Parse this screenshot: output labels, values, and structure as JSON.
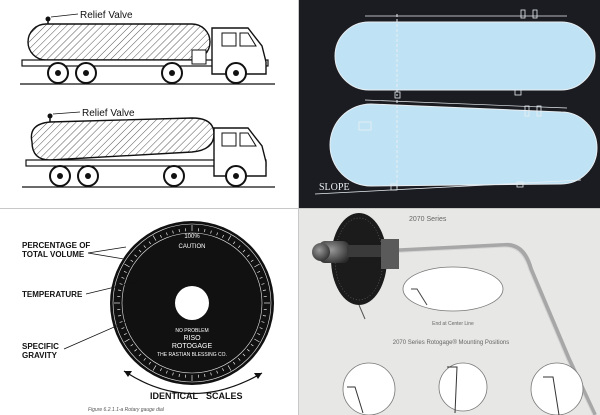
{
  "trucks": {
    "top_label": "Relief Valve",
    "bottom_label": "Relief Valve"
  },
  "tanks": {
    "slope_label": "SLOPE",
    "colors": {
      "background": "#1b1c21",
      "tank_fill": "#bfe3f5",
      "outline": "#e8eef2"
    }
  },
  "gauge": {
    "callouts": {
      "percentage": "PERCENTAGE OF",
      "total_volume": "TOTAL VOLUME",
      "temperature": "TEMPERATURE",
      "specific": "SPECIFIC",
      "gravity": "GRAVITY",
      "identical": "IDENTICAL",
      "scales": "SCALES"
    },
    "dial_text": {
      "brand_line_1": "RISO",
      "brand_line_2": "ROTOGAGE",
      "maker": "THE RASTIAN BLESSING CO.",
      "top_100": "100%",
      "caution": "CAUTION",
      "no_problem": "NO PROBLEM"
    },
    "caption": "Figure 6.2.1.1-a   Rotary gauge dial"
  },
  "rotogage": {
    "series_label": "2070 Series",
    "center_unit_label": "End at Center Line",
    "mounting_label": "2070 Series Rotogage® Mounting Positions"
  }
}
